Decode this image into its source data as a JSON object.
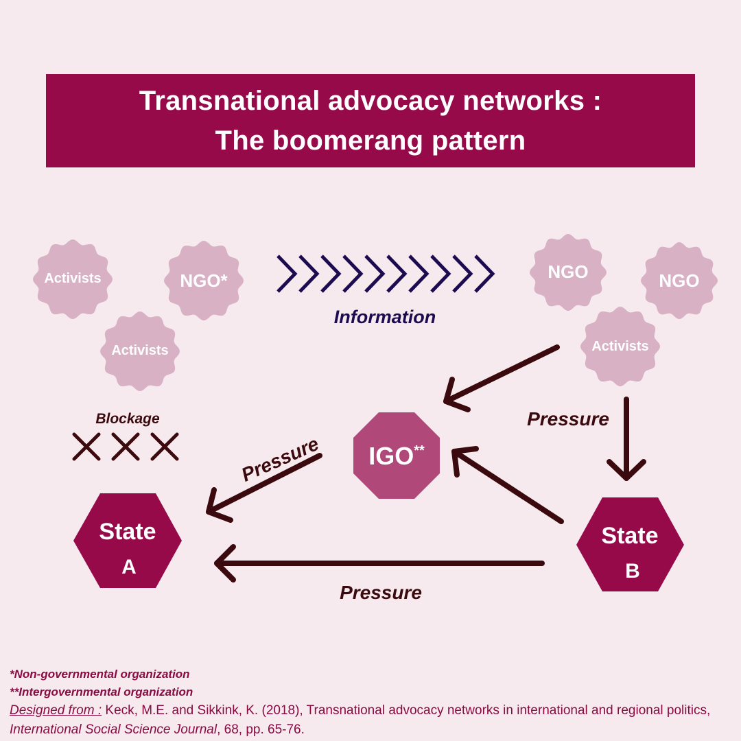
{
  "title": {
    "line1": "Transnational advocacy networks :",
    "line2": "The boomerang pattern"
  },
  "colors": {
    "background": "#f6eaee",
    "title_bg": "#960a4a",
    "node_light": "#d8b1c4",
    "state_fill": "#960a4a",
    "igo_fill": "#b0487a",
    "arrow": "#3b0a0e",
    "info_arrow": "#1c0b4f"
  },
  "nodes": {
    "activists_1": "Activists",
    "ngo_star": "NGO*",
    "activists_2": "Activists",
    "ngo_1": "NGO",
    "ngo_2": "NGO",
    "activists_3": "Activists"
  },
  "igo": {
    "label": "IGO",
    "sup": "**"
  },
  "state_a": {
    "line1": "State",
    "line2": "A"
  },
  "state_b": {
    "line1": "State",
    "line2": "B"
  },
  "labels": {
    "information": "Information",
    "blockage": "Blockage",
    "pressure_right": "Pressure",
    "pressure_diag": "Pressure",
    "pressure_bottom": "Pressure"
  },
  "footer": {
    "note1": "*Non-governmental organization",
    "note2": "**Intergovernmental organization",
    "citation_lead": "Designed from :",
    "citation_body": " Keck, M.E. and Sikkink, K. (2018), Transnational advocacy networks in international and regional politics, ",
    "citation_journal": "International Social Science Journal",
    "citation_end": ", 68, pp. 65-76."
  }
}
